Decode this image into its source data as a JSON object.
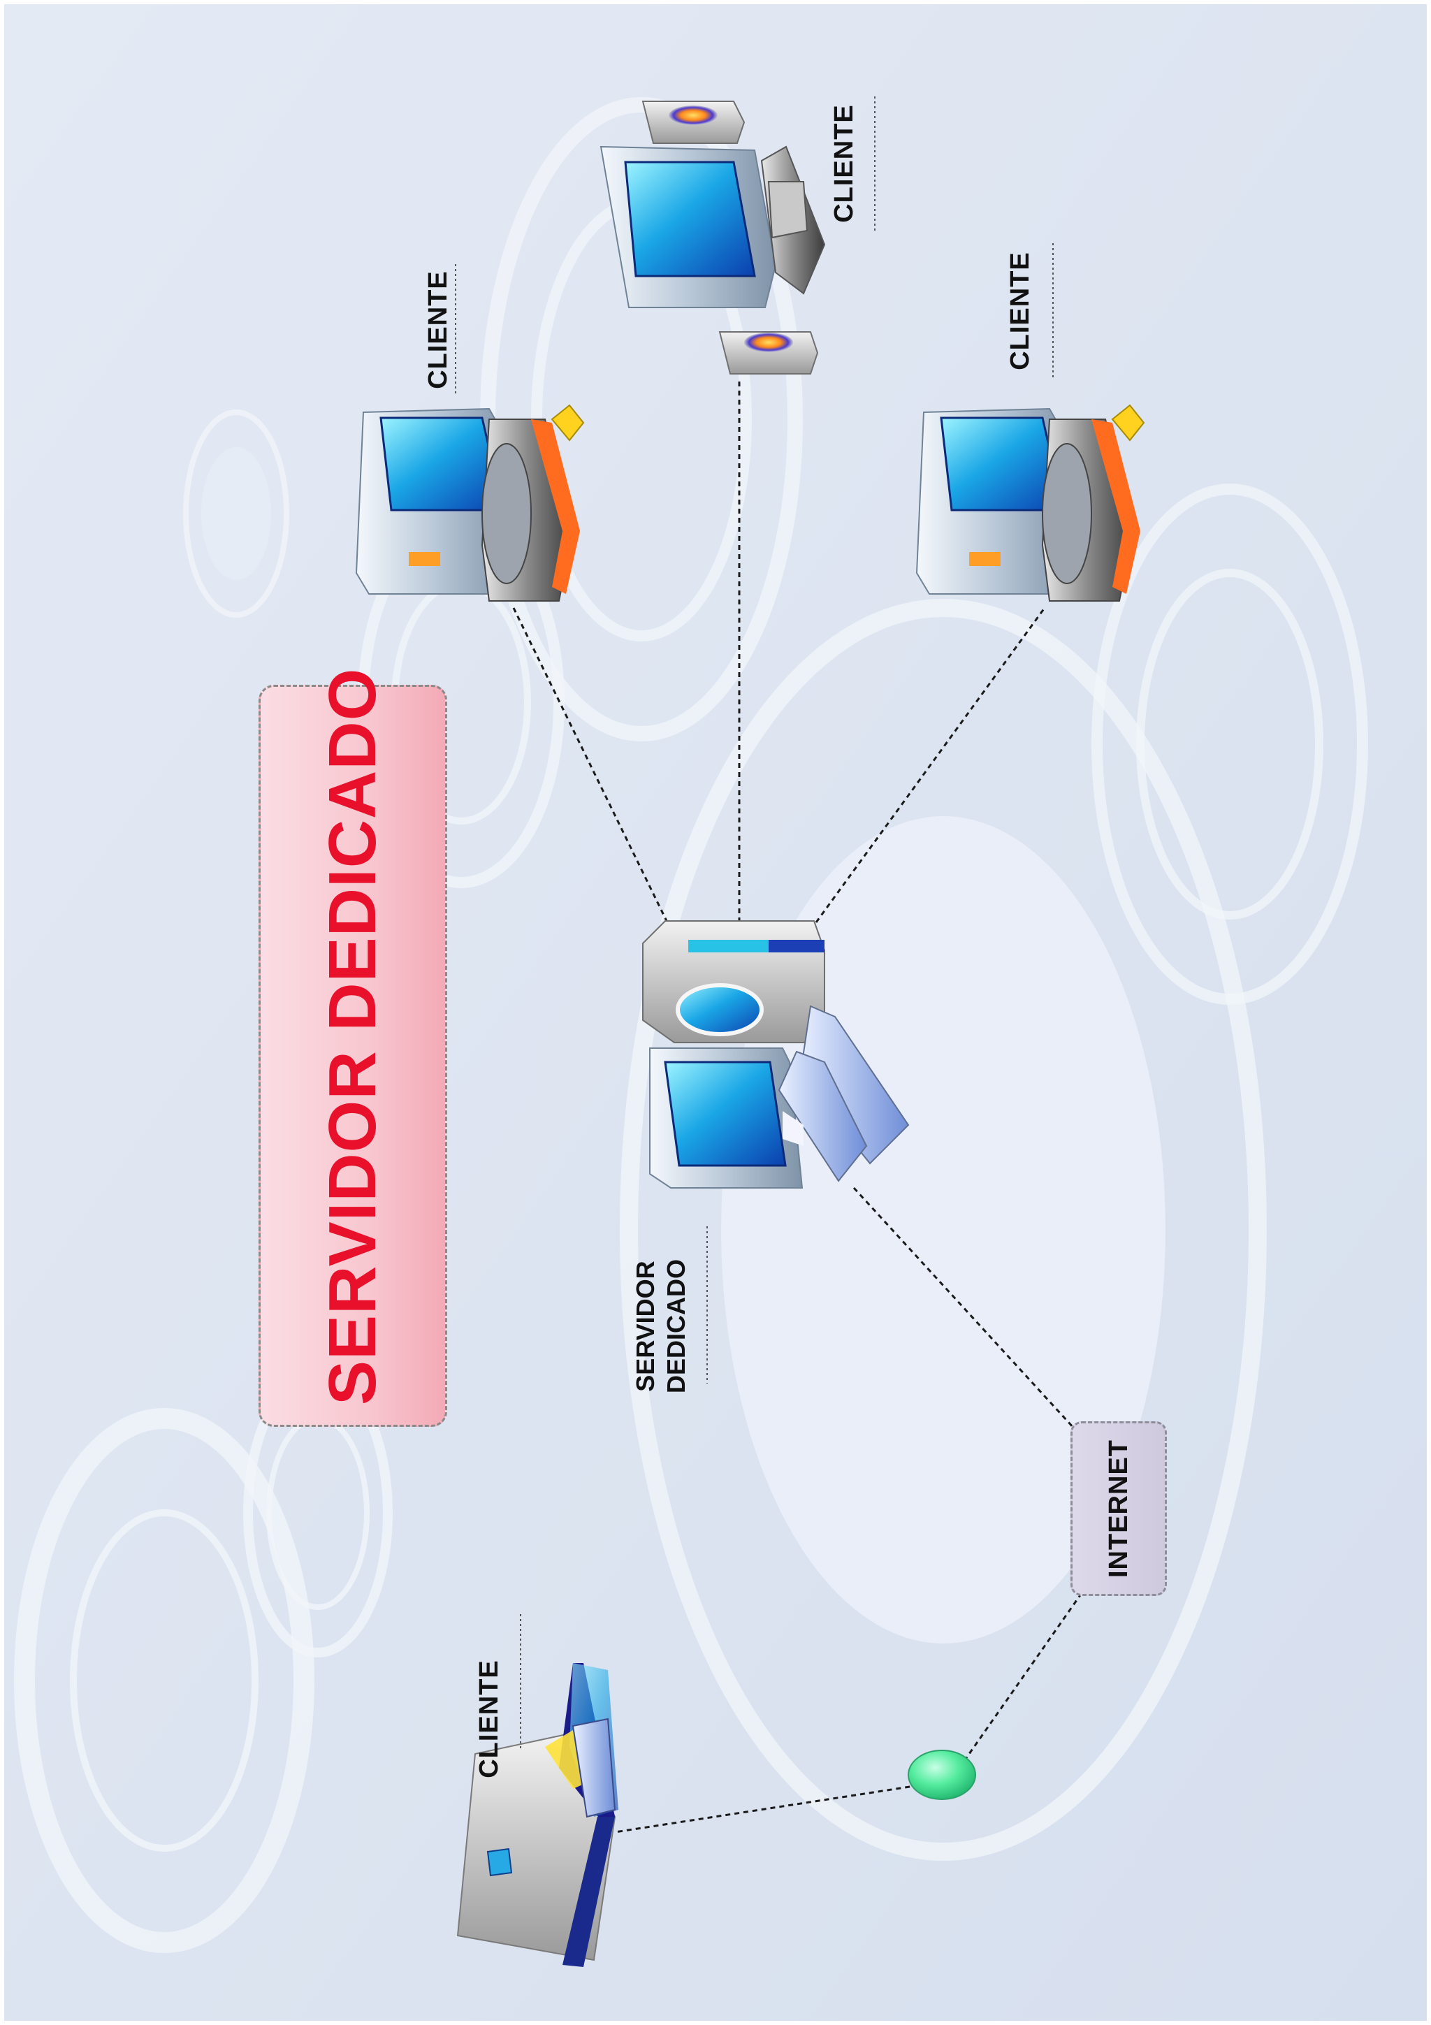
{
  "title": "SERVIDOR DEDICADO",
  "nodes": {
    "server_label_line1": "SERVIDOR",
    "server_label_line2": "DEDICADO",
    "client_top_left": "CLIENTE",
    "client_top_center": "CLIENTE",
    "client_top_right": "CLIENTE",
    "client_laptop": "CLIENTE",
    "internet": "INTERNET"
  },
  "colors": {
    "background": "#dde5f1",
    "title_text": "#e8102a",
    "title_box": "#f8c6cf",
    "connection_line": "#1a1a1a",
    "node_dot": "#5ff0b0"
  },
  "icons": {
    "server": "server-computer-icon",
    "client_desktop": "desktop-computer-icon",
    "client_terminal": "terminal-computer-icon",
    "client_laptop": "laptop-icon"
  }
}
